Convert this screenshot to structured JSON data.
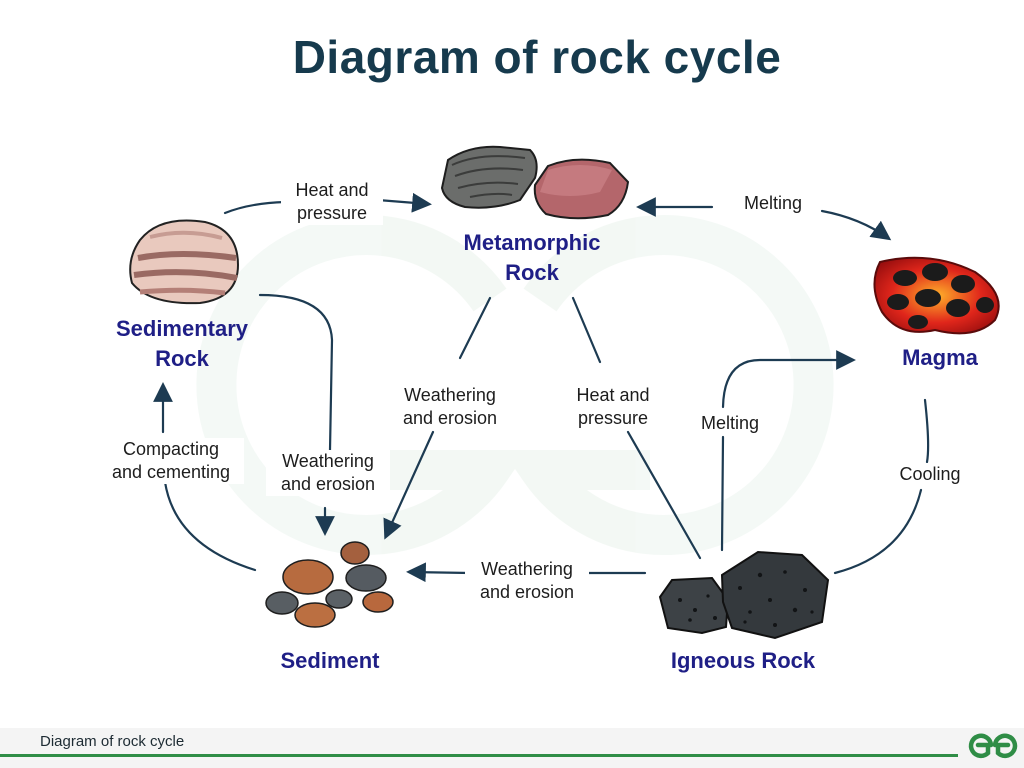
{
  "title": "Diagram of rock cycle",
  "nodes": {
    "metamorphic": "Metamorphic\nRock",
    "sedimentary": "Sedimentary\nRock",
    "magma": "Magma",
    "sediment": "Sediment",
    "igneous": "Igneous Rock"
  },
  "edges": {
    "sed_to_meta": "Heat and\npressure",
    "meta_to_magma": "Melting",
    "sed_to_sediment": "Weathering\nand erosion",
    "sediment_to_sed": "Compacting\nand cementing",
    "meta_to_sediment": "Weathering\nand erosion",
    "igneous_to_meta": "Heat and\npressure",
    "igneous_to_magma": "Melting",
    "magma_to_igneous": "Cooling",
    "igneous_to_sediment": "Weathering\nand erosion"
  },
  "footer": {
    "caption": "Diagram of rock cycle"
  },
  "colors": {
    "arrow": "#1d3b52",
    "title": "#163a4d",
    "node_label": "#1f1f86",
    "footer_accent": "#2f8d46"
  }
}
